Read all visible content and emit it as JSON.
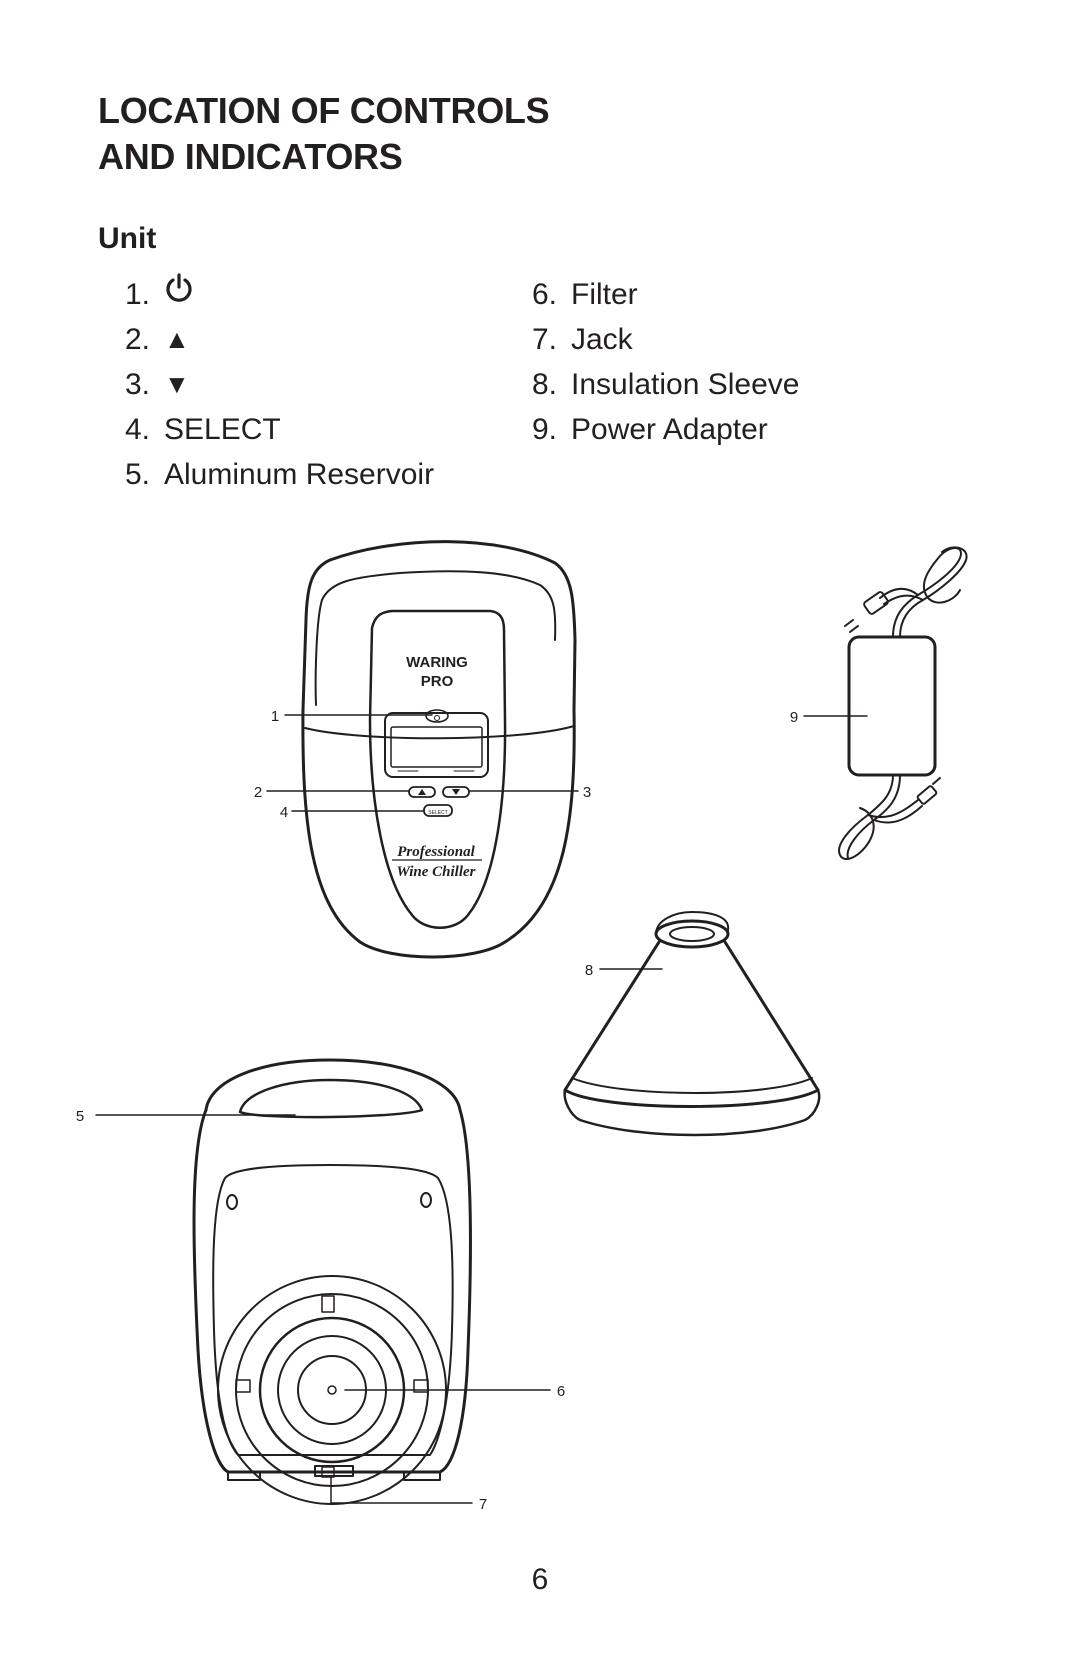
{
  "heading": {
    "line1": "LOCATION OF CONTROLS",
    "line2": "AND INDICATORS"
  },
  "section": "Unit",
  "items_left": [
    {
      "number": "1.",
      "label": "",
      "icon": "power-icon"
    },
    {
      "number": "2.",
      "label": "▲",
      "icon": "up-arrow-icon"
    },
    {
      "number": "3.",
      "label": "▼",
      "icon": "down-arrow-icon"
    },
    {
      "number": "4.",
      "label": "SELECT"
    },
    {
      "number": "5.",
      "label": "Aluminum Reservoir"
    }
  ],
  "items_right": [
    {
      "number": "6.",
      "label": "Filter"
    },
    {
      "number": "7.",
      "label": "Jack"
    },
    {
      "number": "8.",
      "label": "Insulation Sleeve"
    },
    {
      "number": "9.",
      "label": "Power Adapter"
    }
  ],
  "illustration": {
    "brand_line1": "WARING",
    "brand_line2": "PRO",
    "script_line1": "Professional",
    "script_line2": "Wine Chiller",
    "select_button": "SELECT",
    "callouts": [
      "1",
      "2",
      "3",
      "4",
      "5",
      "6",
      "7",
      "8",
      "9"
    ]
  },
  "page_number": "6"
}
